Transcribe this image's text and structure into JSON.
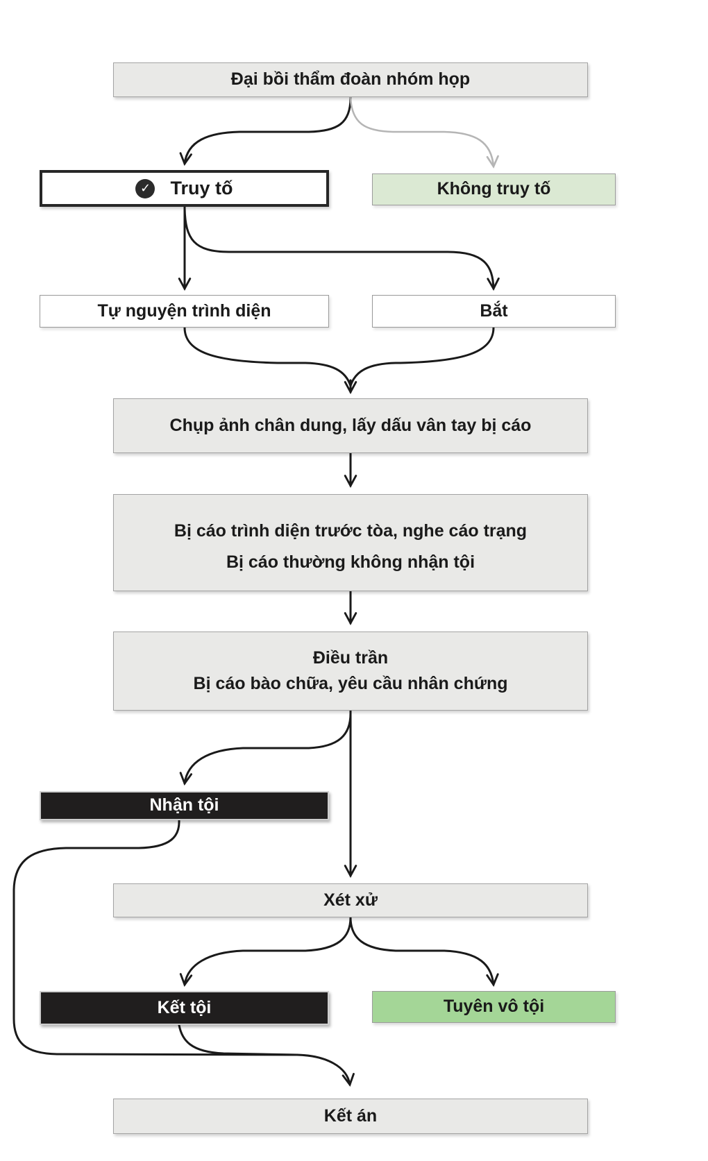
{
  "colors": {
    "edge_black": "#1a1a1a",
    "edge_gray": "#b5b5b5",
    "box_gray": "#e9e9e7",
    "box_black": "#201e1e",
    "box_green_light": "#dbe9d3",
    "box_green": "#a4d697",
    "box_white": "#ffffff"
  },
  "icons": {
    "check": "✓"
  },
  "nodes": {
    "grand_jury": {
      "label": "Đại bồi thẩm đoàn nhóm họp"
    },
    "indict": {
      "label": "Truy tố"
    },
    "no_indict": {
      "label": "Không truy tố"
    },
    "voluntary": {
      "label": "Tự nguyện trình diện"
    },
    "arrest": {
      "label": "Bắt"
    },
    "booking": {
      "label": "Chụp ảnh chân dung, lấy dấu vân tay bị cáo"
    },
    "arraignment": {
      "line1": "Bị cáo trình diện trước tòa, nghe cáo trạng",
      "line2": "Bị cáo thường không nhận tội"
    },
    "hearing": {
      "line1": "Điều trần",
      "line2": "Bị cáo bào chữa, yêu cầu nhân chứng"
    },
    "plead_guilty": {
      "label": "Nhận tội"
    },
    "trial": {
      "label": "Xét xử"
    },
    "convict": {
      "label": "Kết tội"
    },
    "acquit": {
      "label": "Tuyên vô tội"
    },
    "sentencing": {
      "label": "Kết án"
    }
  },
  "edges": [
    {
      "from": "grand_jury",
      "to": "indict",
      "style": "black"
    },
    {
      "from": "grand_jury",
      "to": "no_indict",
      "style": "gray"
    },
    {
      "from": "indict",
      "to": "voluntary",
      "style": "black"
    },
    {
      "from": "indict",
      "to": "arrest",
      "style": "black"
    },
    {
      "from": "voluntary",
      "to": "booking",
      "style": "black"
    },
    {
      "from": "arrest",
      "to": "booking",
      "style": "black"
    },
    {
      "from": "booking",
      "to": "arraignment",
      "style": "black"
    },
    {
      "from": "arraignment",
      "to": "hearing",
      "style": "black"
    },
    {
      "from": "hearing",
      "to": "plead_guilty",
      "style": "black"
    },
    {
      "from": "hearing",
      "to": "trial",
      "style": "black"
    },
    {
      "from": "trial",
      "to": "convict",
      "style": "black"
    },
    {
      "from": "trial",
      "to": "acquit",
      "style": "black"
    },
    {
      "from": "plead_guilty",
      "to": "sentencing",
      "style": "black"
    },
    {
      "from": "convict",
      "to": "sentencing",
      "style": "black"
    }
  ]
}
